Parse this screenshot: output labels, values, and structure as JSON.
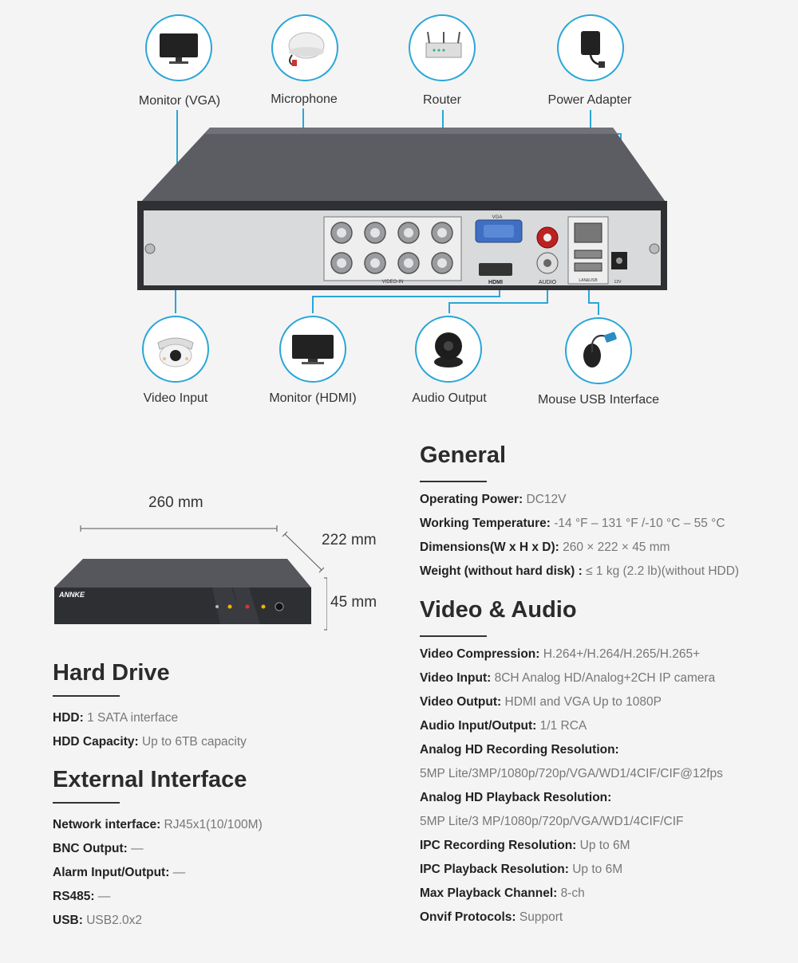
{
  "peripherals_top": [
    {
      "label": "Monitor (VGA)",
      "icon": "monitor-icon"
    },
    {
      "label": "Microphone",
      "icon": "microphone-icon"
    },
    {
      "label": "Router",
      "icon": "router-icon"
    },
    {
      "label": "Power Adapter",
      "icon": "power-adapter-icon"
    }
  ],
  "peripherals_bottom": [
    {
      "label": "Video Input",
      "icon": "dome-camera-icon"
    },
    {
      "label": "Monitor (HDMI)",
      "icon": "monitor-icon"
    },
    {
      "label": "Audio Output",
      "icon": "speaker-icon"
    },
    {
      "label": "Mouse USB Interface",
      "icon": "mouse-icon"
    }
  ],
  "panel": {
    "vga": "VGA",
    "video_in": "VIDEO-IN",
    "hdmi": "HDMI",
    "audio": "AUDIO",
    "lan_usb": "LAN&USB",
    "power": "12V"
  },
  "dimensions": {
    "width": "260 mm",
    "depth": "222 mm",
    "height": "45 mm",
    "brand": "ANNKE"
  },
  "general": {
    "title": "General",
    "items": [
      {
        "k": "Operating Power:",
        "v": "DC12V"
      },
      {
        "k": "Working Temperature:",
        "v": "-14 °F – 131 °F /-10 °C – 55 °C"
      },
      {
        "k": "Dimensions(W x H x D):",
        "v": "260 × 222 × 45 mm"
      },
      {
        "k": "Weight (without hard disk) :",
        "v": "≤ 1 kg (2.2 lb)(without HDD)"
      }
    ]
  },
  "video_audio": {
    "title": "Video & Audio",
    "items": [
      {
        "k": "Video Compression:",
        "v": "H.264+/H.264/H.265/H.265+"
      },
      {
        "k": "Video Input:",
        "v": "8CH Analog HD/Analog+2CH IP camera"
      },
      {
        "k": "Video Output:",
        "v": "HDMI and VGA Up to 1080P"
      },
      {
        "k": "Audio Input/Output:",
        "v": "1/1 RCA"
      },
      {
        "k": "Analog HD Recording Resolution:",
        "v": ""
      },
      {
        "k": "",
        "v": "5MP Lite/3MP/1080p/720p/VGA/WD1/4CIF/CIF@12fps"
      },
      {
        "k": "Analog HD Playback Resolution:",
        "v": ""
      },
      {
        "k": "",
        "v": "5MP Lite/3 MP/1080p/720p/VGA/WD1/4CIF/CIF"
      },
      {
        "k": "IPC Recording Resolution:",
        "v": "Up to 6M"
      },
      {
        "k": "IPC Playback Resolution:",
        "v": "Up to 6M"
      },
      {
        "k": "Max Playback Channel:",
        "v": "8-ch"
      },
      {
        "k": "Onvif Protocols:",
        "v": "Support"
      }
    ]
  },
  "hard_drive": {
    "title": "Hard Drive",
    "items": [
      {
        "k": "HDD:",
        "v": "1 SATA interface"
      },
      {
        "k": "HDD Capacity:",
        "v": "Up to 6TB capacity"
      }
    ]
  },
  "external": {
    "title": "External Interface",
    "items": [
      {
        "k": "Network interface:",
        "v": "RJ45x1(10/100M)"
      },
      {
        "k": "BNC Output:",
        "v": "—"
      },
      {
        "k": "Alarm Input/Output:",
        "v": "—"
      },
      {
        "k": "RS485:",
        "v": "—"
      },
      {
        "k": "USB:",
        "v": "USB2.0x2"
      }
    ]
  },
  "colors": {
    "accent": "#2aa6d8",
    "text_dark": "#222222",
    "text_gray": "#777777",
    "background": "#f4f4f4"
  }
}
